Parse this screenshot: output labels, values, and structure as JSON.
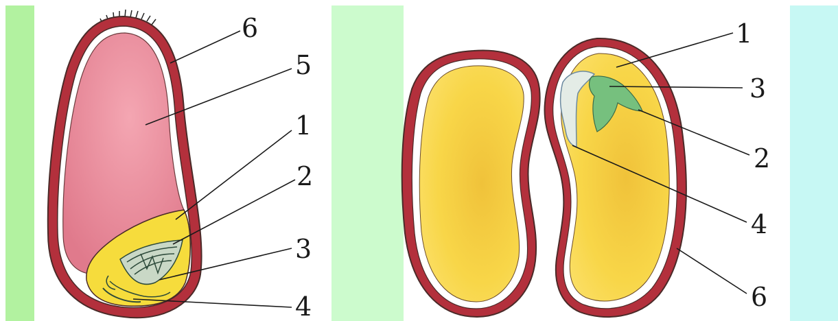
{
  "colors": {
    "band_green": "#b2f2a0",
    "band_pale_green": "#ccfbcd",
    "band_cyan": "#c7f8f4",
    "seed_coat": "#b3303c",
    "endosperm": "#e87f92",
    "cotyledon": "#f7d13e",
    "embryo_green": "#6ab37a",
    "outline": "#4a2a28"
  },
  "left_diagram": {
    "labels": [
      "6",
      "5",
      "1",
      "2",
      "3",
      "4"
    ]
  },
  "right_diagram": {
    "labels": [
      "1",
      "3",
      "2",
      "4",
      "6"
    ]
  }
}
